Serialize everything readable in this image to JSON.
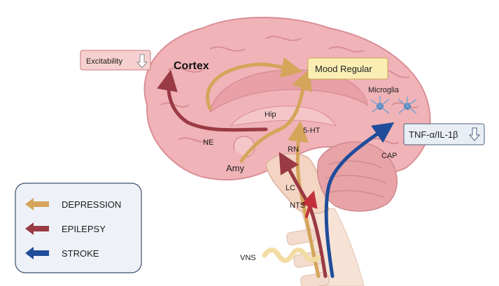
{
  "colors": {
    "depression": "#d4a55a",
    "epilepsy": "#9a3a44",
    "stroke": "#1f4d9a",
    "brain": "#f0b3b7",
    "brain_fold": "#d98e96",
    "cerebellum": "#e8a3a7",
    "brainstem": "#f4d4c2",
    "spine": "#f6e3d6",
    "mood_box": "#fbeeb4",
    "excitability_box": "#f6d0d0",
    "tnf_box": "#e9eef5",
    "legend_bg": "#eef2f8"
  },
  "labels": {
    "cortex": "Cortex",
    "mood": "Mood Regular",
    "excitability": "Excitability",
    "microglia": "Microglia",
    "hip": "Hip",
    "ht": "5-HT",
    "tnf": "TNF-α/IL-1β",
    "ne": "NE",
    "rn": "RN",
    "cap": "CAP",
    "amy": "Amy",
    "lc": "LC",
    "nts": "NTS",
    "vns": "VNS"
  },
  "icons": {
    "down_arrow": "down-arrow-icon",
    "microglia_cell": "microglia-cell-icon"
  },
  "legend": [
    {
      "label": "DEPRESSION",
      "color": "#d4a55a"
    },
    {
      "label": "EPILEPSY",
      "color": "#9a3a44"
    },
    {
      "label": "STROKE",
      "color": "#1f4d9a"
    }
  ]
}
